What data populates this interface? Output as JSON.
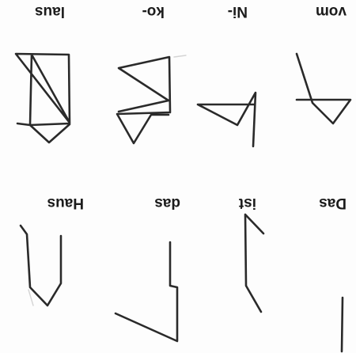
{
  "sheet": {
    "orientation": "upside-down",
    "rows": [
      {
        "words": [
          "Das",
          "ist",
          "das",
          "Haus"
        ]
      },
      {
        "words": [
          "vom",
          "Ni-",
          "ko-",
          "laus"
        ]
      }
    ]
  }
}
